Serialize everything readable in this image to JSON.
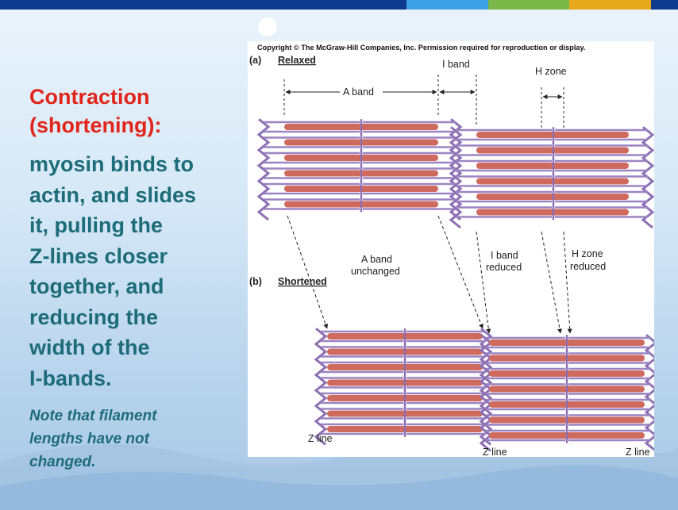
{
  "colors": {
    "topbar": [
      "#0d3a8c",
      "#3fa2e6",
      "#7ab648",
      "#e6a91c",
      "#0d3a8c"
    ],
    "heading": "#e1251b",
    "body_text": "#1d6c7a",
    "myosin": "#cf6a5e",
    "actin": "#9b84c2",
    "z_line": "#8d6fb3"
  },
  "slide": {
    "heading": "Contraction (shortening):",
    "body": "myosin binds to\nactin, and slides\nit, pulling the\nZ-lines closer\ntogether, and\nreducing the\nwidth of the\nI-bands.",
    "note": "Note that filament\nlengths have not\nchanged."
  },
  "figure": {
    "copyright": "Copyright © The McGraw-Hill Companies, Inc. Permission required for reproduction or display.",
    "panel_a": {
      "tag": "(a)",
      "title": "Relaxed"
    },
    "panel_b": {
      "tag": "(b)",
      "title": "Shortened"
    },
    "labels": {
      "a_band": "A band",
      "i_band": "I band",
      "h_zone": "H zone",
      "a_band_unchanged_1": "A band",
      "a_band_unchanged_2": "unchanged",
      "i_band_reduced_1": "I band",
      "i_band_reduced_2": "reduced",
      "h_zone_reduced_1": "H zone",
      "h_zone_reduced_2": "reduced",
      "z_line_1": "Z line",
      "z_line_2": "Z line",
      "z_line_3": "Z line"
    }
  }
}
